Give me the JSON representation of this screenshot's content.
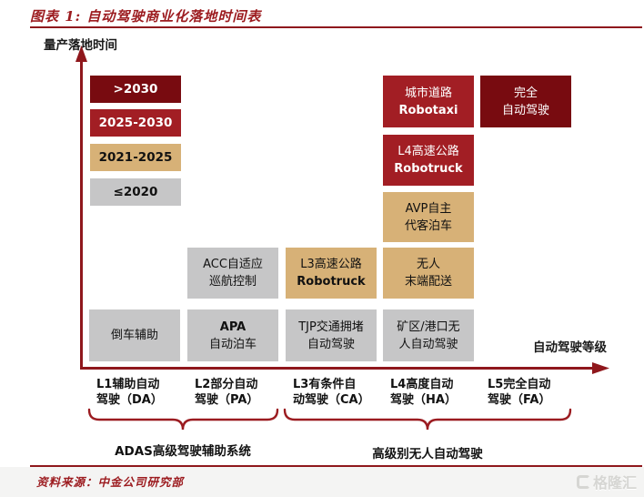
{
  "header": {
    "title": "图表 1: 自动驾驶商业化落地时间表"
  },
  "axes": {
    "y_label": "量产落地时间",
    "x_label": "自动驾驶等级"
  },
  "colors": {
    "darkred": "#780b10",
    "red": "#a21e24",
    "tan": "#d7b177",
    "gray": "#c6c6c7",
    "axis": "#8f171c"
  },
  "legend": {
    "items": [
      {
        "label": ">2030",
        "color": "darkred"
      },
      {
        "label": "2025-2030",
        "color": "red"
      },
      {
        "label": "2021-2025",
        "color": "tan"
      },
      {
        "label": "≤2020",
        "color": "gray"
      }
    ]
  },
  "cells": [
    {
      "col": 4,
      "row": 1,
      "color": "red",
      "lines": [
        "城市道路",
        "Robotaxi"
      ]
    },
    {
      "col": 5,
      "row": 1,
      "color": "darkred",
      "lines": [
        "完全",
        "自动驾驶"
      ]
    },
    {
      "col": 4,
      "row": 2,
      "color": "red",
      "lines": [
        "L4高速公路",
        "Robotruck"
      ]
    },
    {
      "col": 4,
      "row": 3,
      "color": "tan",
      "lines": [
        "AVP自主",
        "代客泊车"
      ]
    },
    {
      "col": 2,
      "row": 4,
      "color": "gray",
      "lines": [
        "ACC自适应",
        "巡航控制"
      ]
    },
    {
      "col": 3,
      "row": 4,
      "color": "tan",
      "lines": [
        "L3高速公路",
        "Robotruck"
      ]
    },
    {
      "col": 4,
      "row": 4,
      "color": "tan",
      "lines": [
        "无人",
        "末端配送"
      ]
    },
    {
      "col": 1,
      "row": 5,
      "color": "gray",
      "lines": [
        "倒车辅助"
      ]
    },
    {
      "col": 2,
      "row": 5,
      "color": "gray",
      "lines": [
        "APA",
        "自动泊车"
      ]
    },
    {
      "col": 3,
      "row": 5,
      "color": "gray",
      "lines": [
        "TJP交通拥堵",
        "自动驾驶"
      ]
    },
    {
      "col": 4,
      "row": 5,
      "color": "gray",
      "lines": [
        "矿区/港口无",
        "人自动驾驶"
      ]
    }
  ],
  "x_ticks": [
    {
      "lines": [
        "L1辅助自动",
        "驾驶（DA）"
      ]
    },
    {
      "lines": [
        "L2部分自动",
        "驾驶（PA）"
      ]
    },
    {
      "lines": [
        "L3有条件自",
        "动驾驶（CA）"
      ]
    },
    {
      "lines": [
        "L4高度自动",
        "驾驶（HA）"
      ]
    },
    {
      "lines": [
        "L5完全自动",
        "驾驶（FA）"
      ]
    }
  ],
  "braces": [
    {
      "label": "ADAS高级驾驶辅助系统"
    },
    {
      "label": "高级别无人自动驾驶"
    }
  ],
  "footer": {
    "source": "资料来源：中金公司研究部",
    "watermark": "格隆汇"
  },
  "chart_data": {
    "type": "table",
    "title": "自动驾驶商业化落地时间表",
    "xlabel": "自动驾驶等级",
    "ylabel": "量产落地时间",
    "x_categories": [
      "L1辅助自动驾驶（DA）",
      "L2部分自动驾驶（PA）",
      "L3有条件自动驾驶（CA）",
      "L4高度自动驾驶（HA）",
      "L5完全自动驾驶（FA）"
    ],
    "time_buckets": [
      ">2030",
      "2025-2030",
      "2021-2025",
      "≤2020"
    ],
    "legend_position": "top-left",
    "points": [
      {
        "application": "倒车辅助",
        "level": "L1",
        "timeframe": "≤2020"
      },
      {
        "application": "ACC自适应巡航控制",
        "level": "L2",
        "timeframe": "≤2020"
      },
      {
        "application": "APA自动泊车",
        "level": "L2",
        "timeframe": "≤2020"
      },
      {
        "application": "L3高速公路Robotruck",
        "level": "L3",
        "timeframe": "2021-2025"
      },
      {
        "application": "TJP交通拥堵自动驾驶",
        "level": "L3",
        "timeframe": "≤2020"
      },
      {
        "application": "城市道路Robotaxi",
        "level": "L4",
        "timeframe": "2025-2030"
      },
      {
        "application": "L4高速公路Robotruck",
        "level": "L4",
        "timeframe": "2025-2030"
      },
      {
        "application": "AVP自主代客泊车",
        "level": "L4",
        "timeframe": "2021-2025"
      },
      {
        "application": "无人末端配送",
        "level": "L4",
        "timeframe": "2021-2025"
      },
      {
        "application": "矿区/港口无人自动驾驶",
        "level": "L4",
        "timeframe": "≤2020"
      },
      {
        "application": "完全自动驾驶",
        "level": "L5",
        "timeframe": ">2030"
      }
    ],
    "groups": [
      {
        "label": "ADAS高级驾驶辅助系统",
        "spans": [
          "L1",
          "L2"
        ]
      },
      {
        "label": "高级别无人自动驾驶",
        "spans": [
          "L3",
          "L4",
          "L5"
        ]
      }
    ]
  }
}
